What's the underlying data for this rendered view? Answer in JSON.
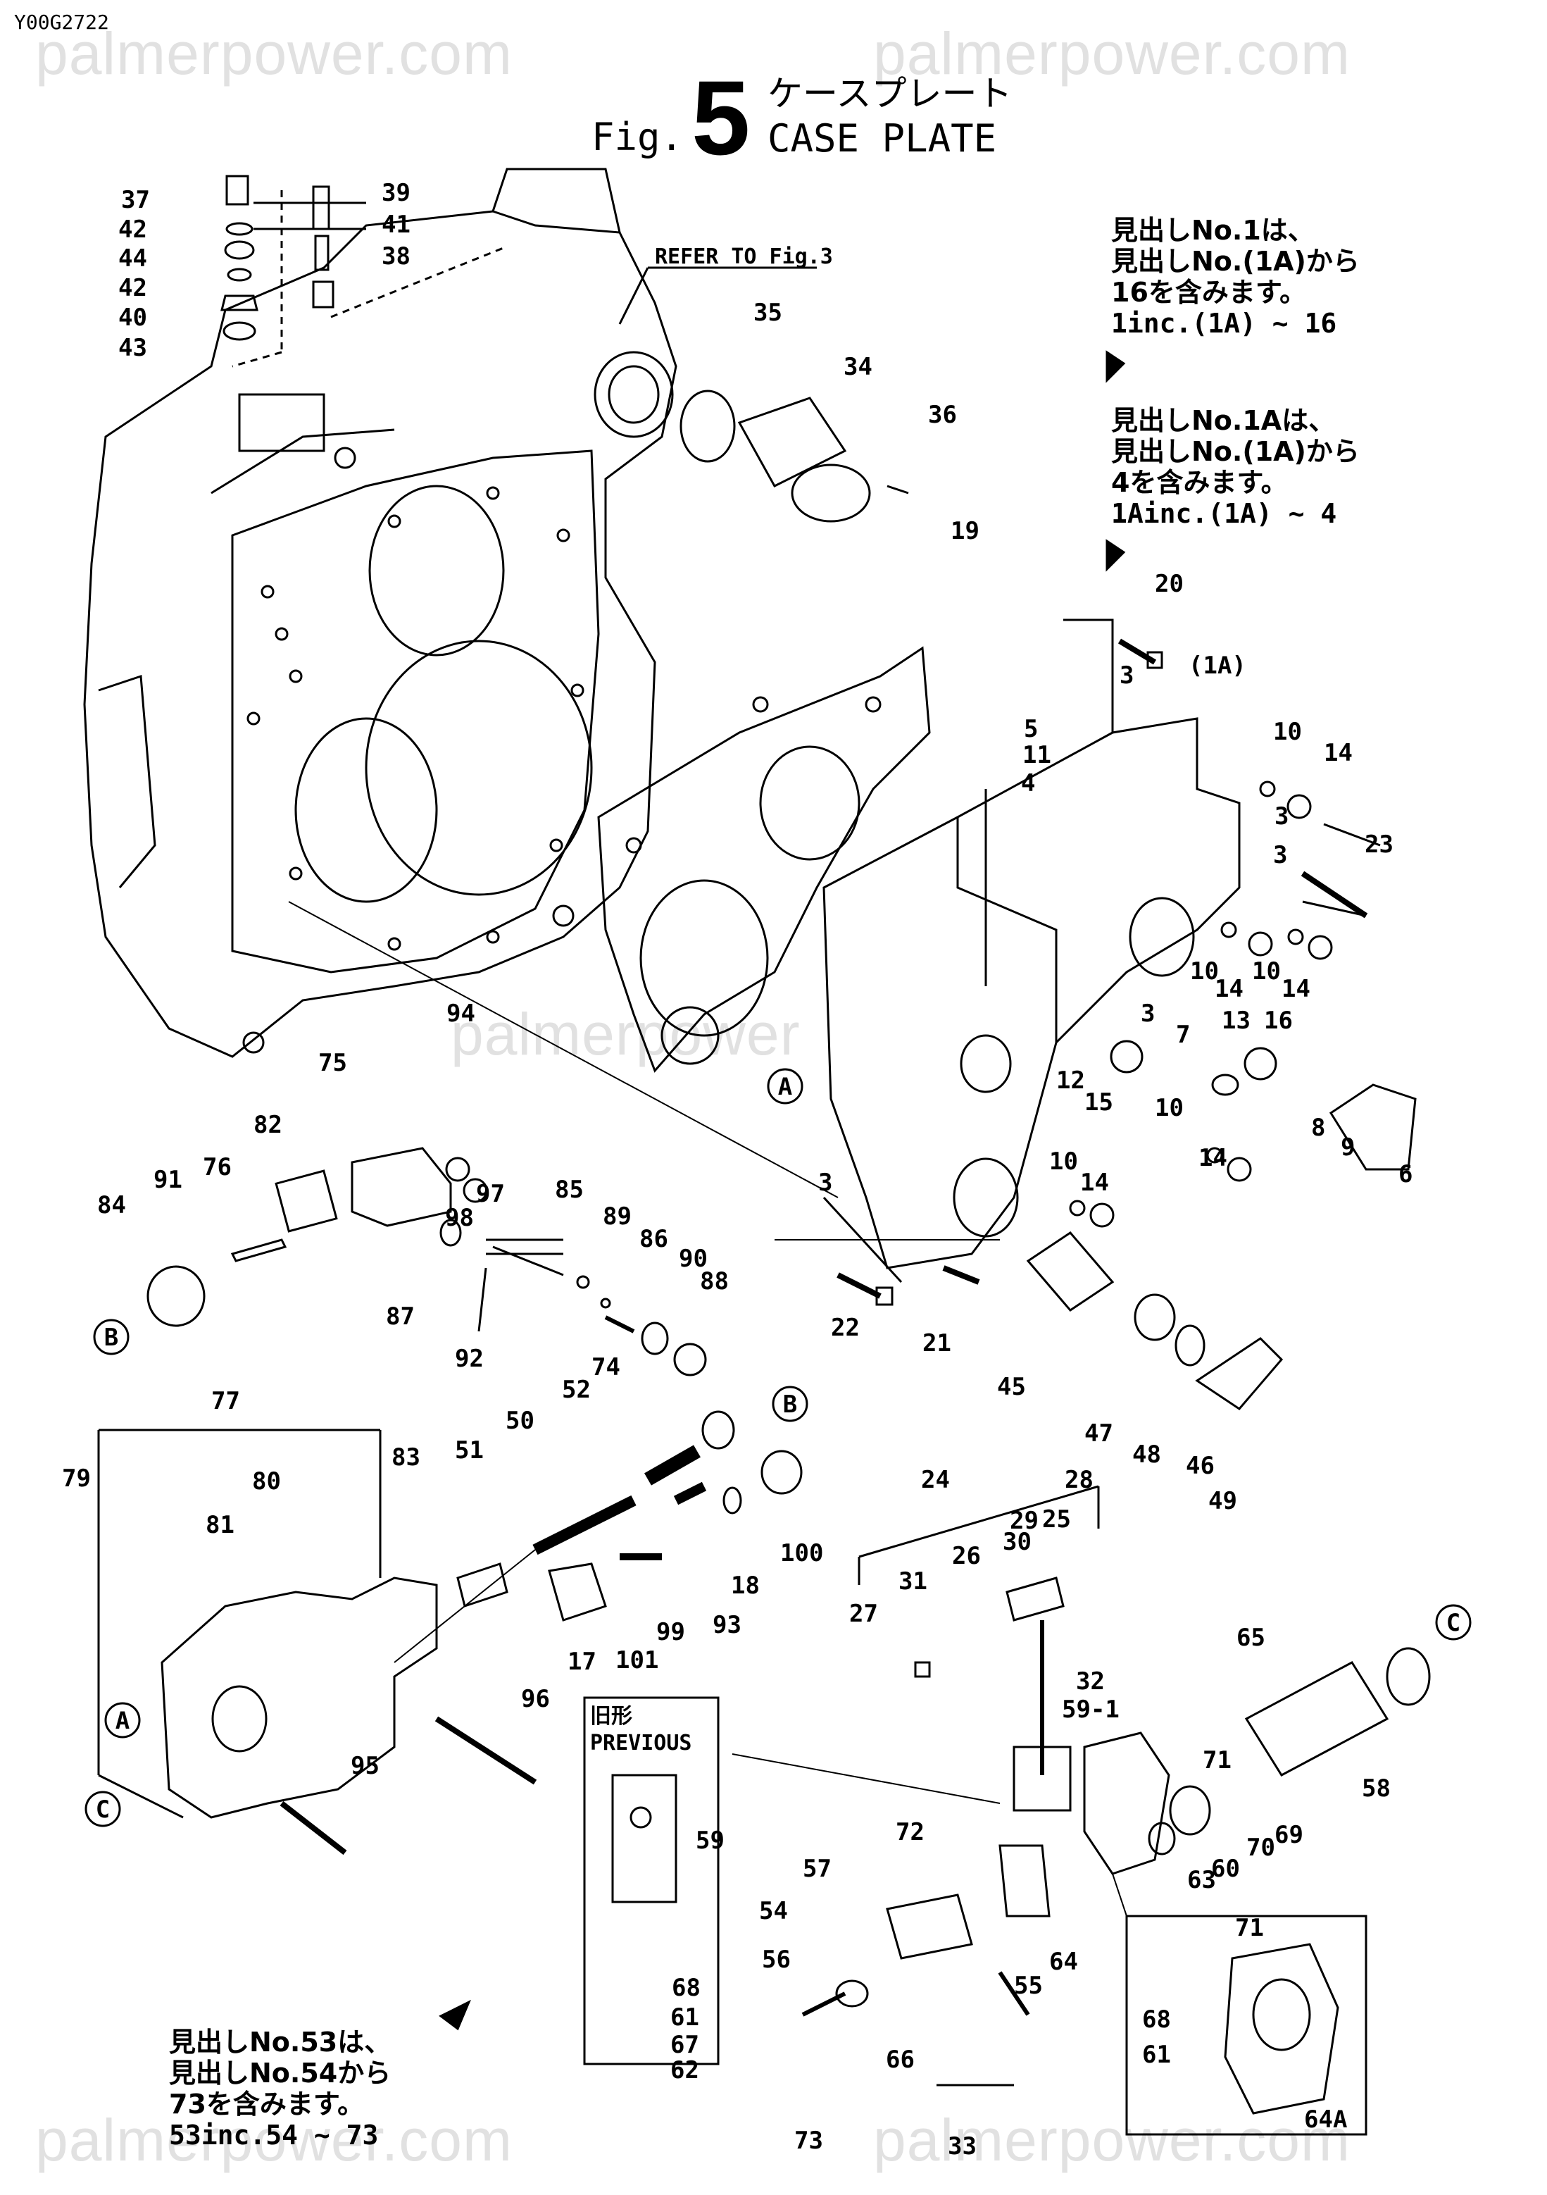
{
  "drawing_id": "Y00G2722",
  "watermark": {
    "text": "palmerpower.com",
    "middle_text": "palmerpower"
  },
  "figure": {
    "prefix": "Fig.",
    "number": "5",
    "title_jp": "ケースプレート",
    "title_en": "CASE PLATE"
  },
  "refer_note": "REFER TO Fig.3",
  "notes": {
    "note1": {
      "line1": "見出しNo.1は、",
      "line2": "見出しNo.(1A)から",
      "line3": "16を含みます。",
      "line4": "1inc.(1A) ~ 16"
    },
    "note1a": {
      "line1": "見出しNo.1Aは、",
      "line2": "見出しNo.(1A)から",
      "line3": "4を含みます。",
      "line4": "1Ainc.(1A) ~ 4"
    },
    "note53": {
      "line1": "見出しNo.53は、",
      "line2": "見出しNo.54から",
      "line3": "73を含みます。",
      "line4": "53inc.54 ~ 73"
    }
  },
  "previous_box": {
    "label_jp": "旧形",
    "label_en": "PREVIOUS"
  },
  "callouts": {
    "A": "A",
    "B": "B",
    "C": "C"
  },
  "part_labels": [
    "37",
    "42",
    "44",
    "42",
    "40",
    "43",
    "39",
    "41",
    "38",
    "35",
    "34",
    "36",
    "19",
    "20",
    "(1A)",
    "3",
    "5",
    "11",
    "4",
    "10",
    "14",
    "3",
    "3",
    "23",
    "10",
    "14",
    "10",
    "14",
    "3",
    "7",
    "13",
    "16",
    "12",
    "15",
    "10",
    "14",
    "10",
    "14",
    "8",
    "9",
    "6",
    "94",
    "75",
    "82",
    "76",
    "91",
    "84",
    "97",
    "98",
    "85",
    "89",
    "86",
    "90",
    "88",
    "87",
    "92",
    "74",
    "52",
    "50",
    "51",
    "83",
    "77",
    "80",
    "81",
    "79",
    "18",
    "100",
    "17",
    "101",
    "99",
    "93",
    "3",
    "22",
    "21",
    "45",
    "47",
    "48",
    "46",
    "49",
    "24",
    "28",
    "29",
    "25",
    "30",
    "26",
    "31",
    "27",
    "32",
    "59-1",
    "65",
    "58",
    "71",
    "96",
    "95",
    "59",
    "72",
    "57",
    "54",
    "56",
    "68",
    "61",
    "67",
    "62",
    "66",
    "55",
    "64",
    "73",
    "33",
    "63",
    "60",
    "70",
    "69",
    "71",
    "68",
    "61",
    "64A"
  ]
}
